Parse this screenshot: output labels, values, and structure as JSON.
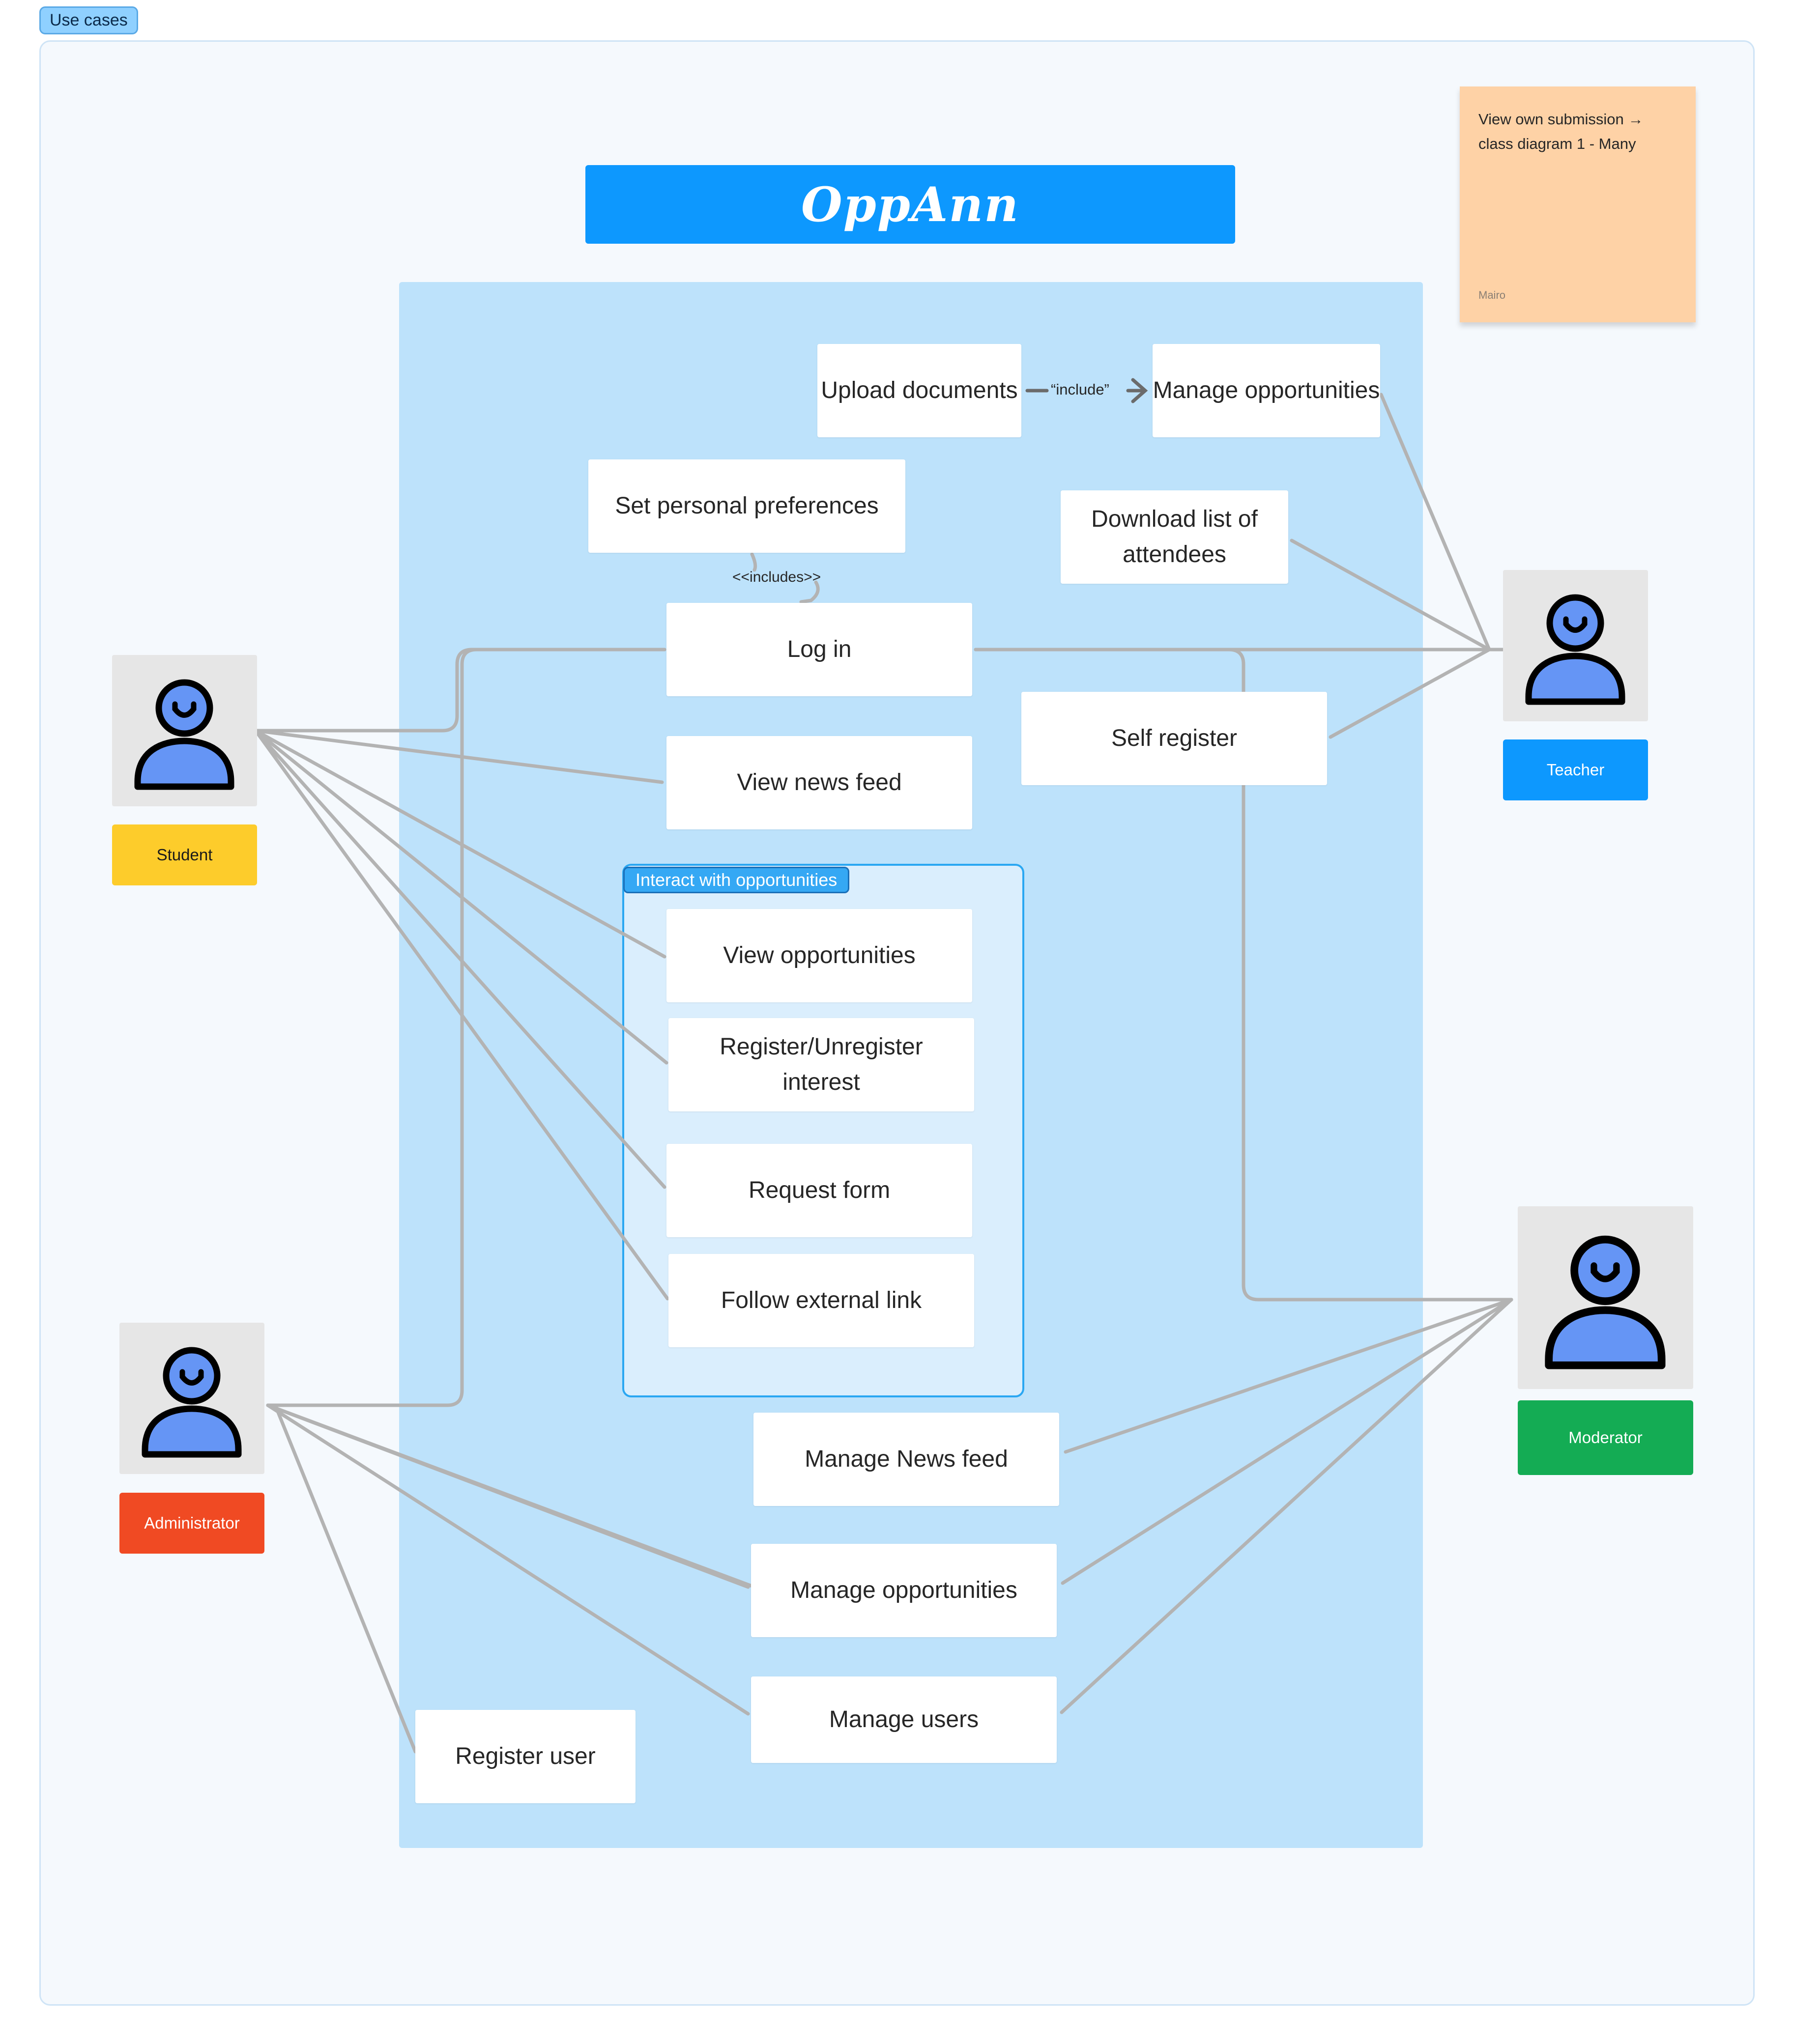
{
  "frame": {
    "tag": "Use cases"
  },
  "title": "OppAnn",
  "note": {
    "text": "View own submission → class diagram 1 - Many",
    "author": "Mairo"
  },
  "group": {
    "label": "Interact with opportunities"
  },
  "relations": {
    "include_upload": "“include”",
    "includes_login": "<<includes>>"
  },
  "use_cases": {
    "upload_documents": "Upload documents",
    "manage_opportunities_teacher": "Manage opportunities",
    "set_personal_preferences": "Set personal preferences",
    "download_attendees": "Download list of attendees",
    "log_in": "Log in",
    "self_register": "Self register",
    "view_news_feed": "View news feed",
    "view_opportunities": "View opportunities",
    "register_interest": "Register/Unregister interest",
    "request_form": "Request form",
    "follow_external_link": "Follow external link",
    "manage_news_feed": "Manage News feed",
    "manage_opportunities": "Manage opportunities",
    "manage_users": "Manage users",
    "register_user": "Register user"
  },
  "actors": {
    "student": {
      "label": "Student",
      "color": "#fdcc2b"
    },
    "teacher": {
      "label": "Teacher",
      "color": "#0d98fe"
    },
    "moderator": {
      "label": "Moderator",
      "color": "#14ac54"
    },
    "administrator": {
      "label": "Administrator",
      "color": "#f04a23"
    }
  },
  "colors": {
    "connector": "#b3b3b3",
    "person_fill": "#6595f5",
    "person_stroke": "#000000"
  }
}
